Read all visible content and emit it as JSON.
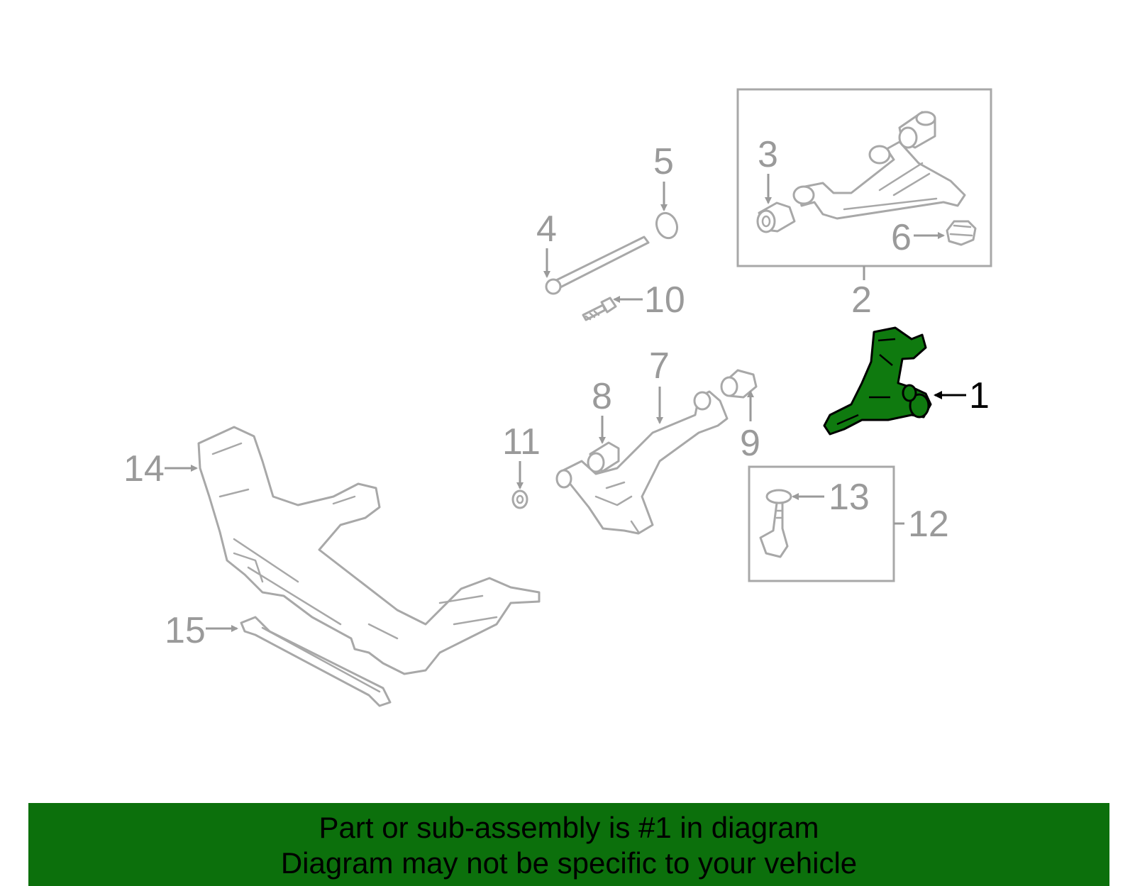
{
  "callouts": {
    "c1": "1",
    "c2": "2",
    "c3": "3",
    "c4": "4",
    "c5": "5",
    "c6": "6",
    "c7": "7",
    "c8": "8",
    "c9": "9",
    "c10": "10",
    "c11": "11",
    "c12": "12",
    "c13": "13",
    "c14": "14",
    "c15": "15"
  },
  "highlight_color": "#0f7a0f",
  "banner": {
    "line1": "Part or sub-assembly is #1 in diagram",
    "line2": "Diagram may not be specific to your vehicle",
    "background": "#0c700c"
  }
}
